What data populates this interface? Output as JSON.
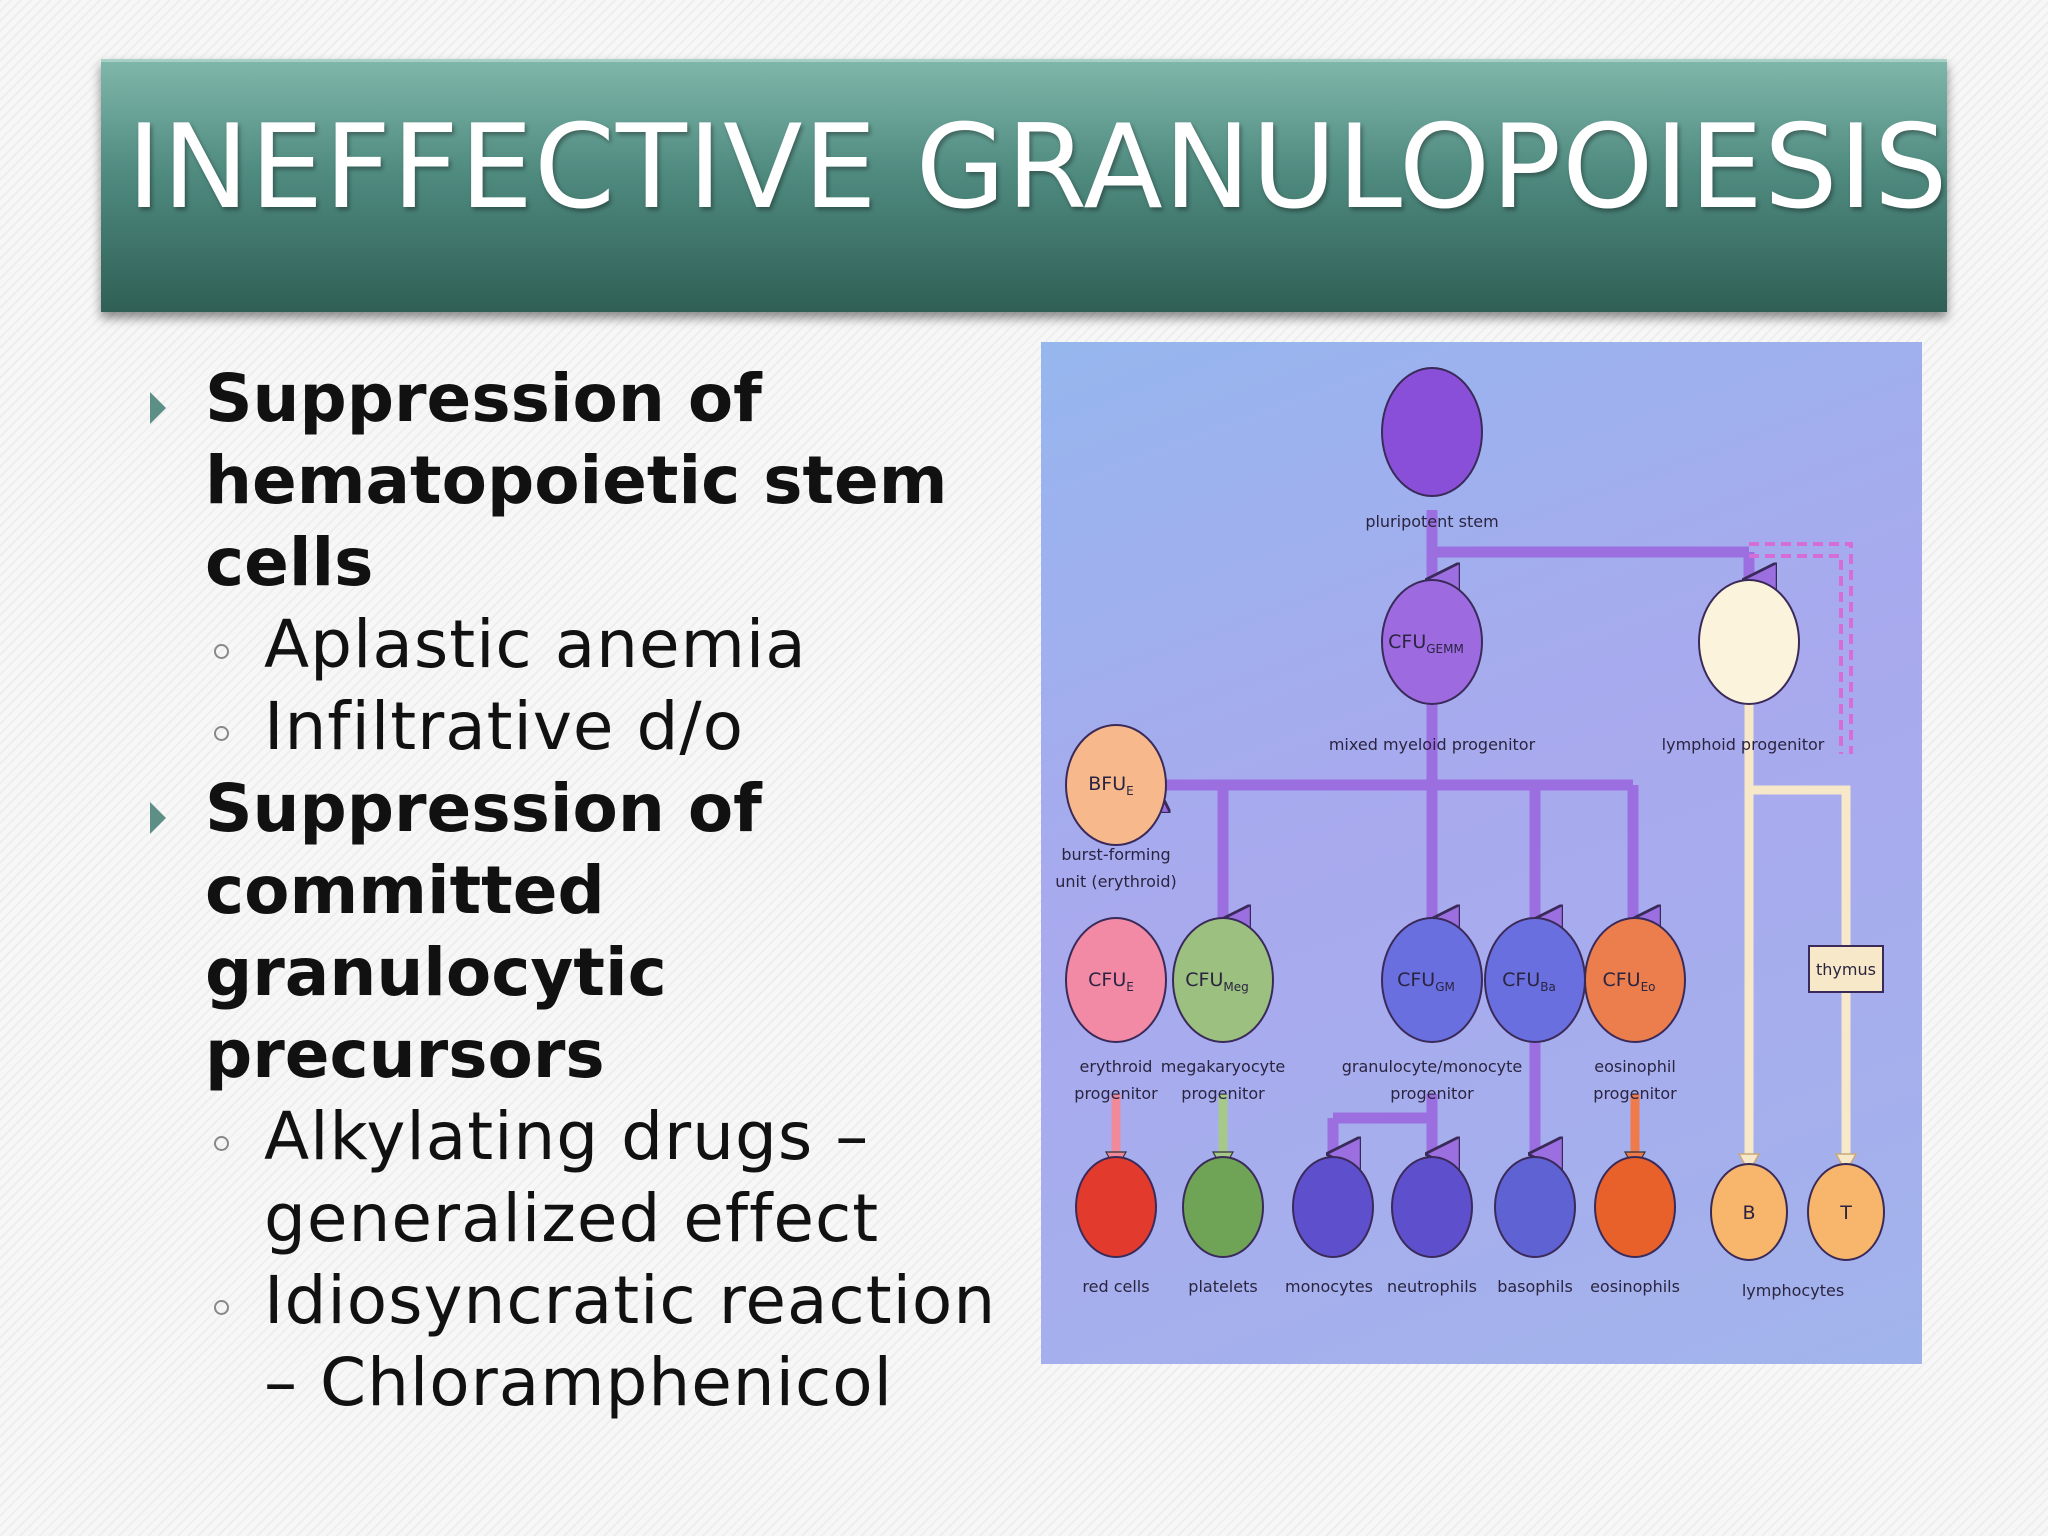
{
  "slide": {
    "title": "INEFFECTIVE GRANULOPOIESIS",
    "bullets": [
      {
        "text": "Suppression of hematopoietic stem cells",
        "subitems": [
          "Aplastic anemia",
          "Infiltrative d/o"
        ]
      },
      {
        "text": "Suppression of committed granulocytic precursors",
        "subitems": [
          "Alkylating drugs – generalized effect",
          "Idiosyncratic reaction – Chloramphenicol"
        ]
      }
    ]
  },
  "diagram": {
    "colors": {
      "arrow": "#9b6fe0",
      "pluripotent": "#8a4fd8",
      "cfu_gemm": "#9d6ae0",
      "lymphoid": "#fbf3dc",
      "bfu_e": "#f7b98c",
      "cfu_e": "#f28aa6",
      "cfu_meg": "#9cc07f",
      "cfu_gm": "#6a6fe0",
      "cfu_ba": "#6a6fe0",
      "cfu_eo": "#ec7e4e",
      "red_cells": "#e23a2c",
      "platelets": "#6fa356",
      "monocytes": "#5e50cc",
      "neutrophils": "#5e50cc",
      "basophils": "#5e62d2",
      "eosinophils": "#e8602a",
      "lymphocytes": "#f7b66b"
    },
    "nodes": {
      "pluripotent": {
        "caption": "pluripotent stem"
      },
      "cfu_gemm": {
        "label": "CFU",
        "sub": "GEMM",
        "caption": "mixed myeloid progenitor"
      },
      "lymphoid": {
        "caption": "lymphoid progenitor"
      },
      "bfu_e": {
        "label": "BFU",
        "sub": "E",
        "caption_line1": "burst-forming",
        "caption_line2": "unit (erythroid)"
      },
      "cfu_e": {
        "label": "CFU",
        "sub": "E",
        "caption_line1": "erythroid",
        "caption_line2": "progenitor"
      },
      "cfu_meg": {
        "label": "CFU",
        "sub": "Meg",
        "caption_line1": "megakaryocyte",
        "caption_line2": "progenitor"
      },
      "cfu_gm": {
        "label": "CFU",
        "sub": "GM",
        "caption_line1": "granulocyte/monocyte",
        "caption_line2": "progenitor"
      },
      "cfu_ba": {
        "label": "CFU",
        "sub": "Ba"
      },
      "cfu_eo": {
        "label": "CFU",
        "sub": "Eo",
        "caption_line1": "eosinophil",
        "caption_line2": "progenitor"
      },
      "thymus": {
        "label": "thymus"
      },
      "red_cells": {
        "caption": "red cells"
      },
      "platelets": {
        "caption": "platelets"
      },
      "monocytes": {
        "caption": "monocytes"
      },
      "neutrophils": {
        "caption": "neutrophils"
      },
      "basophils": {
        "caption": "basophils"
      },
      "eosinophils": {
        "caption": "eosinophils"
      },
      "b_cell": {
        "label": "B"
      },
      "t_cell": {
        "label": "T"
      },
      "lymphocytes": {
        "caption": "lymphocytes"
      }
    }
  }
}
